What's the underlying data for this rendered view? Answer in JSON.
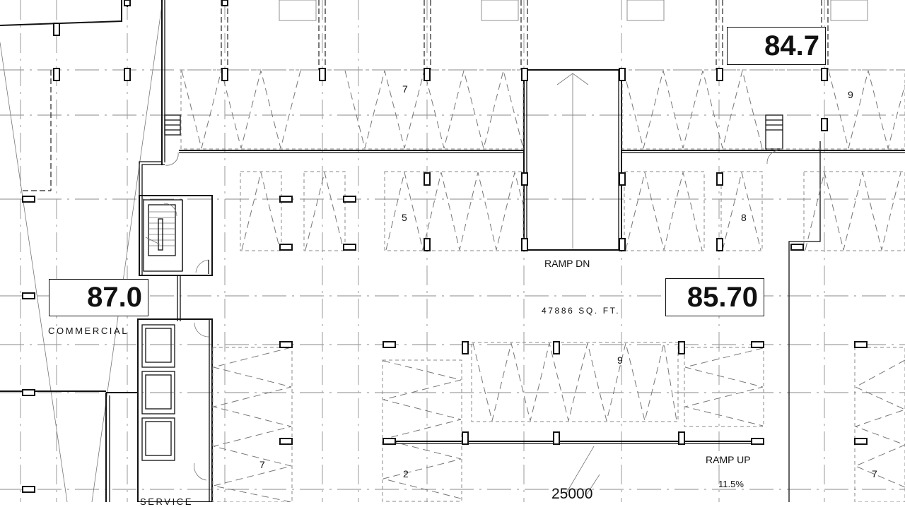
{
  "drawing": {
    "type": "parking level floor plan",
    "elevation_tags": [
      {
        "id": "elev-top-right",
        "value": "84.7"
      },
      {
        "id": "elev-left",
        "value": "87.0"
      },
      {
        "id": "elev-center",
        "value": "85.70"
      }
    ],
    "area_labels": {
      "commercial": "COMMERCIAL",
      "service": "SERVICE",
      "area_sqft": "47886 SQ. FT.",
      "ramp_down": "RAMP DN",
      "ramp_up": "RAMP UP",
      "ramp_slope": "11.5%",
      "dimension": "25000"
    },
    "stall_counts": [
      {
        "id": "top-left-row",
        "value": "7"
      },
      {
        "id": "top-right-row",
        "value": "9"
      },
      {
        "id": "middle-left-row",
        "value": "5"
      },
      {
        "id": "middle-right-row",
        "value": "8"
      },
      {
        "id": "lower-center-row",
        "value": "9"
      },
      {
        "id": "lower-left-row",
        "value": "7"
      },
      {
        "id": "lower-ramp-row",
        "value": "2"
      },
      {
        "id": "lower-right-row",
        "value": "7"
      }
    ],
    "colors": {
      "line": "#111111",
      "grid": "#8a8a8a",
      "stall": "#888888",
      "background": "#ffffff"
    }
  }
}
